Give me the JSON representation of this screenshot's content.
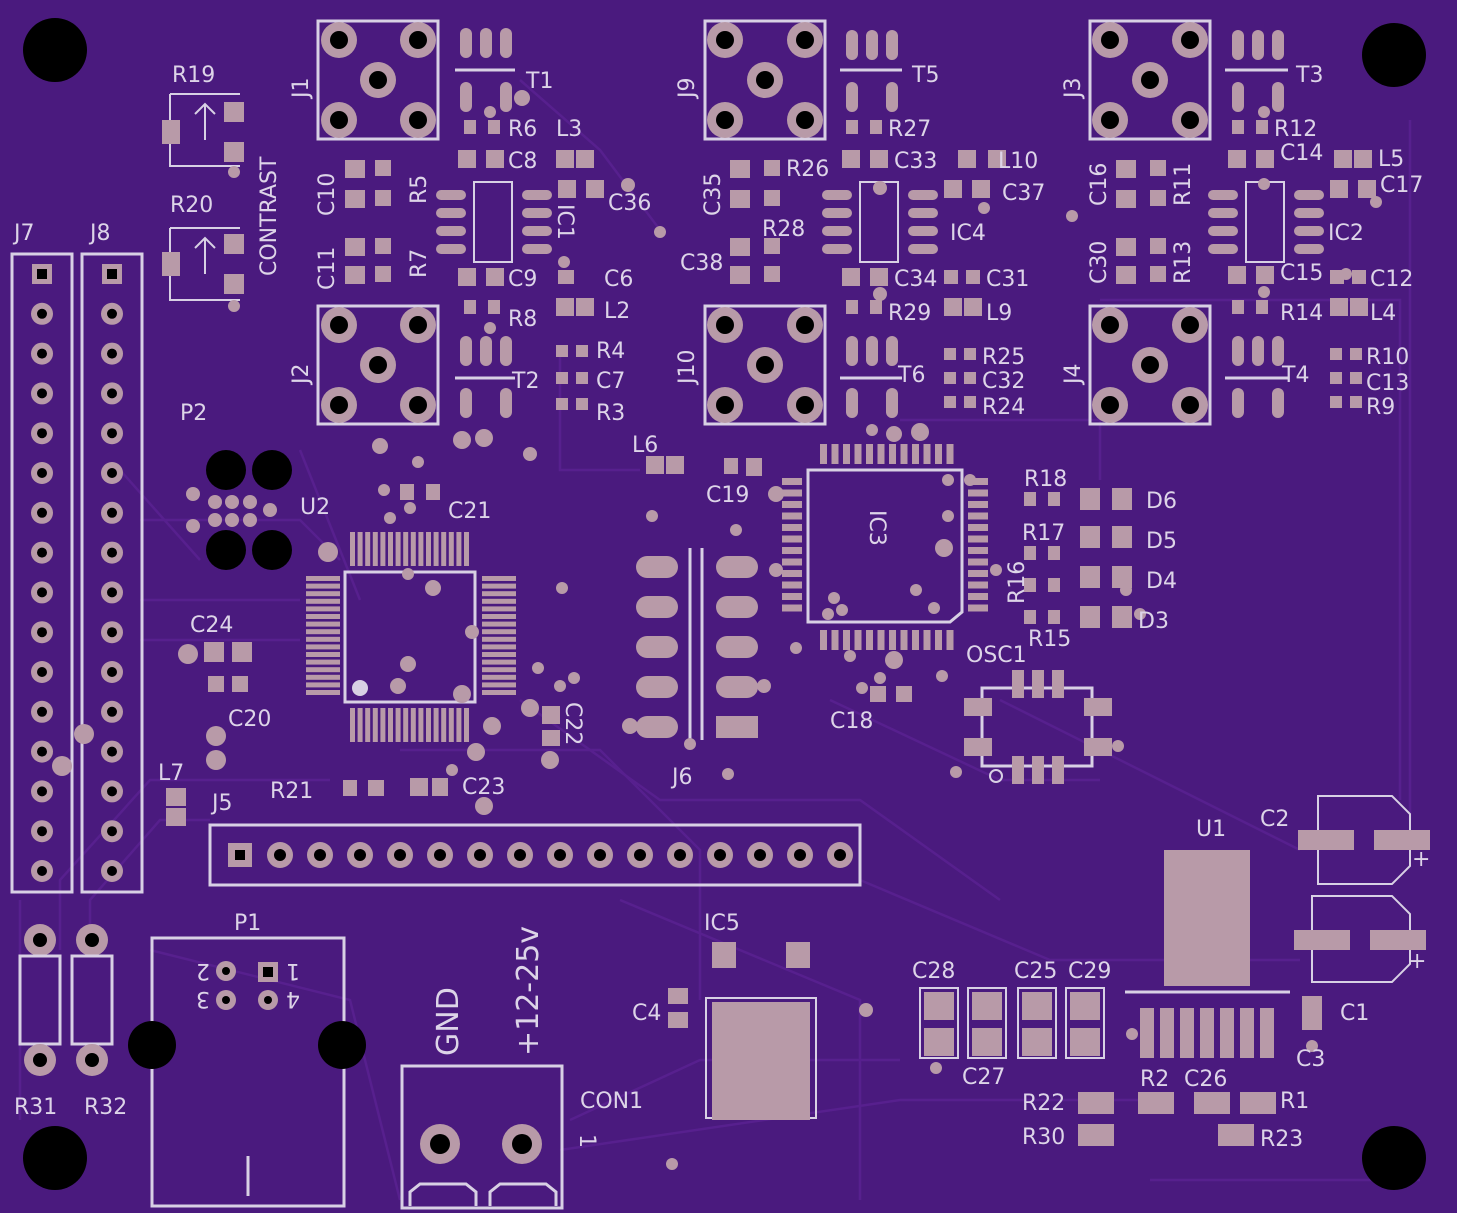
{
  "board": {
    "colors": {
      "soldermask": "#4a1a7e",
      "trace": "#57208e",
      "silkscreen": "#d8d0e4",
      "pad": "#b89aa8",
      "hole": "#000000"
    },
    "labels": {
      "J1": "J1",
      "J2": "J2",
      "J3": "J3",
      "J4": "J4",
      "J5": "J5",
      "J6": "J6",
      "J7": "J7",
      "J8": "J8",
      "J9": "J9",
      "J10": "J10",
      "T1": "T1",
      "T2": "T2",
      "T3": "T3",
      "T4": "T4",
      "T5": "T5",
      "T6": "T6",
      "R1": "R1",
      "R2": "R2",
      "R3": "R3",
      "R4": "R4",
      "R5": "R5",
      "R6": "R6",
      "R7": "R7",
      "R8": "R8",
      "R9": "R9",
      "R10": "R10",
      "R11": "R11",
      "R12": "R12",
      "R13": "R13",
      "R14": "R14",
      "R15": "R15",
      "R16": "R16",
      "R17": "R17",
      "R18": "R18",
      "R19": "R19",
      "R20": "R20",
      "R21": "R21",
      "R22": "R22",
      "R23": "R23",
      "R24": "R24",
      "R25": "R25",
      "R26": "R26",
      "R27": "R27",
      "R28": "R28",
      "R29": "R29",
      "R30": "R30",
      "R31": "R31",
      "R32": "R32",
      "C1": "C1",
      "C2": "C2",
      "C3": "C3",
      "C4": "C4",
      "C6": "C6",
      "C7": "C7",
      "C8": "C8",
      "C9": "C9",
      "C10": "C10",
      "C11": "C11",
      "C12": "C12",
      "C13": "C13",
      "C14": "C14",
      "C15": "C15",
      "C16": "C16",
      "C17": "C17",
      "C18": "C18",
      "C19": "C19",
      "C20": "C20",
      "C21": "C21",
      "C22": "C22",
      "C23": "C23",
      "C24": "C24",
      "C25": "C25",
      "C26": "C26",
      "C27": "C27",
      "C28": "C28",
      "C29": "C29",
      "C30": "C30",
      "C31": "C31",
      "C32": "C32",
      "C33": "C33",
      "C34": "C34",
      "C35": "C35",
      "C36": "C36",
      "C37": "C37",
      "C38": "C38",
      "L2": "L2",
      "L3": "L3",
      "L4": "L4",
      "L5": "L5",
      "L6": "L6",
      "L7": "L7",
      "L9": "L9",
      "L10": "L10",
      "IC1": "IC1",
      "IC2": "IC2",
      "IC3": "IC3",
      "IC4": "IC4",
      "IC5": "IC5",
      "D3": "D3",
      "D4": "D4",
      "D5": "D5",
      "D6": "D6",
      "U1": "U1",
      "U2": "U2",
      "P1": "P1",
      "P2": "P2",
      "OSC1": "OSC1",
      "CON1": "CON1",
      "contrast": "CONTRAST",
      "gnd": "GND",
      "power": "+12-25v",
      "p1_pin1": "1",
      "p1_pin2": "2",
      "p1_pin3": "3",
      "p1_pin4": "4",
      "con1_pin1": "1",
      "plus": "+"
    }
  }
}
